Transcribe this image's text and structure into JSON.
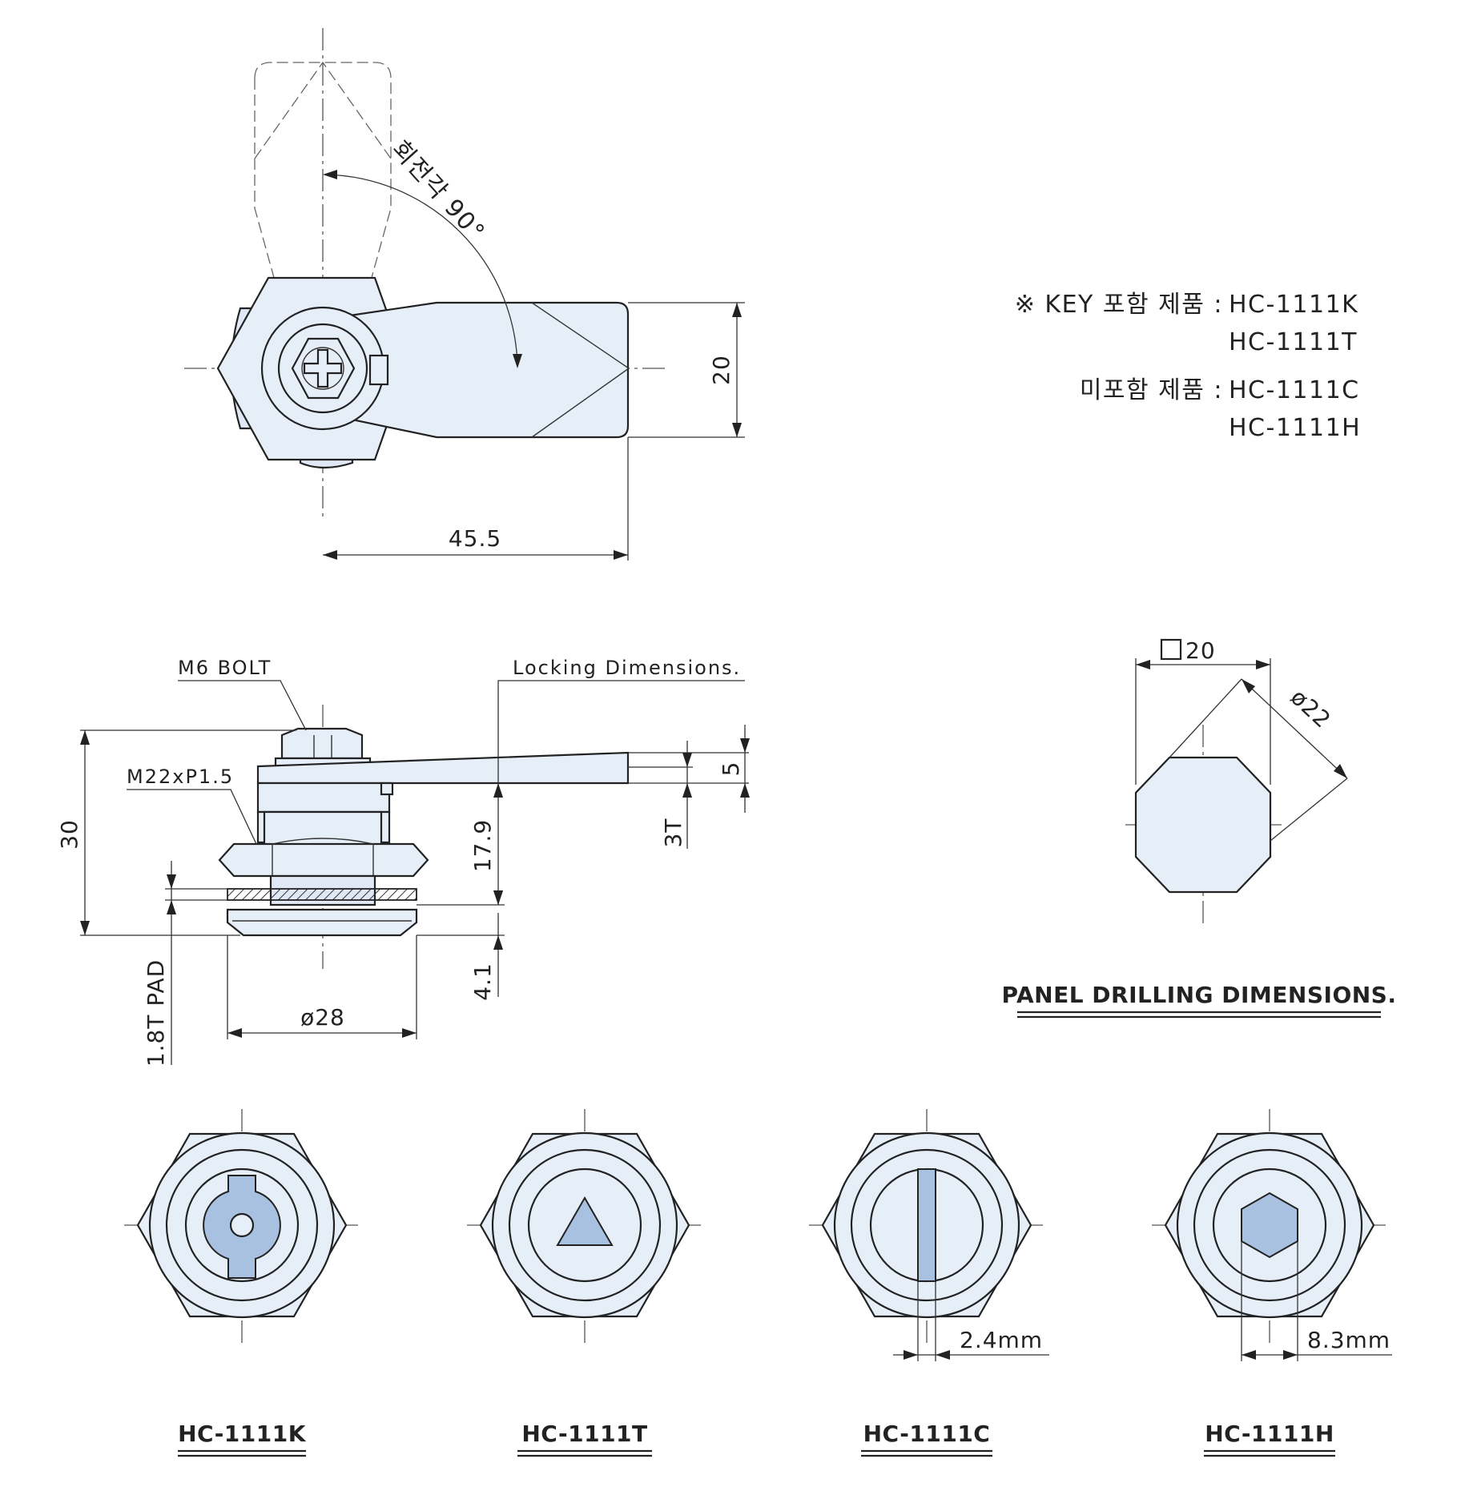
{
  "top_view": {
    "rotation_label": "회전각 90°",
    "dim_height": "20",
    "dim_length": "45.5"
  },
  "notes": {
    "key_included_label": "※ KEY 포함 제품 :",
    "key_included_models": [
      "HC-1111K",
      "HC-1111T"
    ],
    "key_excluded_label": "미포함 제품 :",
    "key_excluded_models": [
      "HC-1111C",
      "HC-1111H"
    ]
  },
  "side_view": {
    "bolt_label": "M6 BOLT",
    "thread_label": "M22xP1.5",
    "locking_label": "Locking Dimensions.",
    "dim_total_height": "30",
    "dim_cam_thickness": "5",
    "dim_cam_plate": "3T",
    "dim_locking": "17.9",
    "dim_flange": "4.1",
    "dim_pad": "1.8T  PAD",
    "dim_diameter": "ø28"
  },
  "panel": {
    "dim_square": "20",
    "dim_diameter": "ø22",
    "title": "PANEL DRILLING DIMENSIONS."
  },
  "variants": [
    {
      "model": "HC-1111K",
      "slot_type": "key-slot",
      "dim": ""
    },
    {
      "model": "HC-1111T",
      "slot_type": "triangle",
      "dim": ""
    },
    {
      "model": "HC-1111C",
      "slot_type": "straight-slot",
      "dim": "2.4mm"
    },
    {
      "model": "HC-1111H",
      "slot_type": "hexagon",
      "dim": "8.3mm"
    }
  ]
}
